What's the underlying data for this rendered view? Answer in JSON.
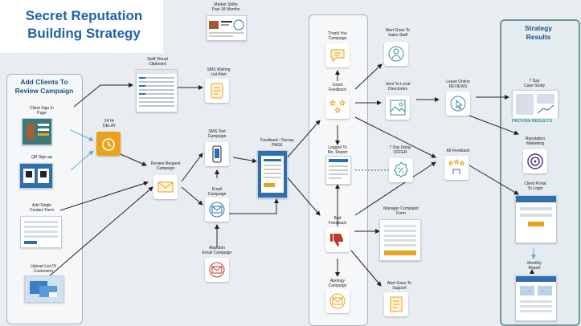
{
  "title": {
    "line1": "Secret Reputation",
    "line2": "Building Strategy"
  },
  "panels": {
    "clients": "Add Clients To\nReview Campaign",
    "results": "Strategy\nResults"
  },
  "labels": {
    "market_shifts": "Market Shifts\nPast 18 Months",
    "clipboard": "Staff Virtual\nClipboard",
    "sms_waiting": "SMS Waiting\nList Alert",
    "client_sign_in": "Client Sign In\nPage",
    "delay_24": "24 Hr\nDELAY",
    "qr_signup": "QR Sign-up",
    "sms_text": "SMS Text\nCampaign",
    "feedback_page": "Feedback / Survey\nPAGE",
    "review_request": "Review Request\nCampaign",
    "add_single": "Add Single\nContact Form",
    "email_campaign": "Email\nCampaign",
    "abandon": "Abandon\nEmail Campaign",
    "upload": "Upload List Of\nCustomers",
    "thank_you": "Thank You\nCampaign",
    "good_feedback": "Good\nFeedback",
    "logged": "Logged To\nMo. Report",
    "bad_feedback": "Bad\nFeedback",
    "apology": "Apology\nCampaign",
    "alert_sales": "Alert Goes To\nSales Staff",
    "sent_directories": "Sent To Local\nDirectories",
    "delay_7": "7 Day Delay\nOFFER",
    "manager_complaint": "Manager Complaint\nForm",
    "alert_support": "Alert Goes To\nSupport",
    "leave_online": "Leave Online\nREVIEWS",
    "all_feedback": "All Feedback",
    "case_study": "7 Day\nCase Study",
    "proven": "PROVEN RESULTS",
    "reputation_marketing": "Reputation\nMarketing",
    "client_portal": "Client Portal\nTo Login",
    "monthly_report": "Monthly\nReport"
  },
  "icons": {
    "delay_icon": "alarm-clock-icon",
    "review_icon": "envelope-icon",
    "sms_icon": "phone-icon",
    "email_icon": "envelope-icon",
    "abandon_icon": "abandoned-email-icon",
    "thank_icon": "chat-bubble-icon",
    "good_icon": "stars-icon",
    "bad_icon": "thumbs-down-icon",
    "apology_icon": "envelope-icon",
    "sales_icon": "person-icon",
    "directories_icon": "map-pin-icon",
    "offer_icon": "discount-badge-icon",
    "support_icon": "document-icon",
    "reviews_icon": "click-review-icon",
    "allfeedback_icon": "stars-hand-icon",
    "reputation_icon": "target-icon",
    "sms_waiting_icon": "notepad-icon"
  },
  "colors": {
    "title": "#1f63a8",
    "icon_accent": "#e8a21b",
    "icon_blue": "#2a6db5",
    "bad": "#c0392b",
    "results_border": "#6f9a9a",
    "wire": "#222222",
    "wire_light": "#5ab0e0"
  }
}
